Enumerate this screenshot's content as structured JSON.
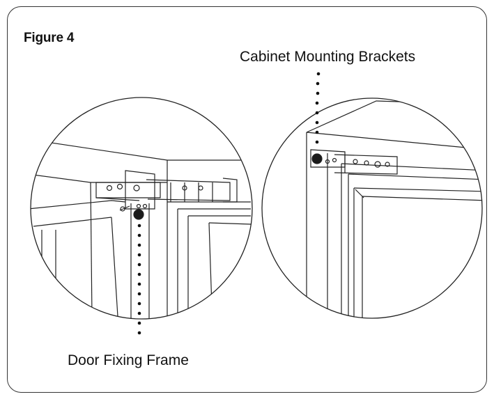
{
  "figure": {
    "title": "Figure 4"
  },
  "callouts": {
    "cabinet_brackets": "Cabinet Mounting Brackets",
    "door_frame": "Door Fixing Frame"
  },
  "colors": {
    "line": "#222222",
    "fill": "#ffffff",
    "screw": "#1a1a1a"
  },
  "panels": [
    {
      "view": "left",
      "content": "hinge bracket attached to door fixing frame"
    },
    {
      "view": "right",
      "content": "cabinet mounting bracket at top corner"
    }
  ]
}
